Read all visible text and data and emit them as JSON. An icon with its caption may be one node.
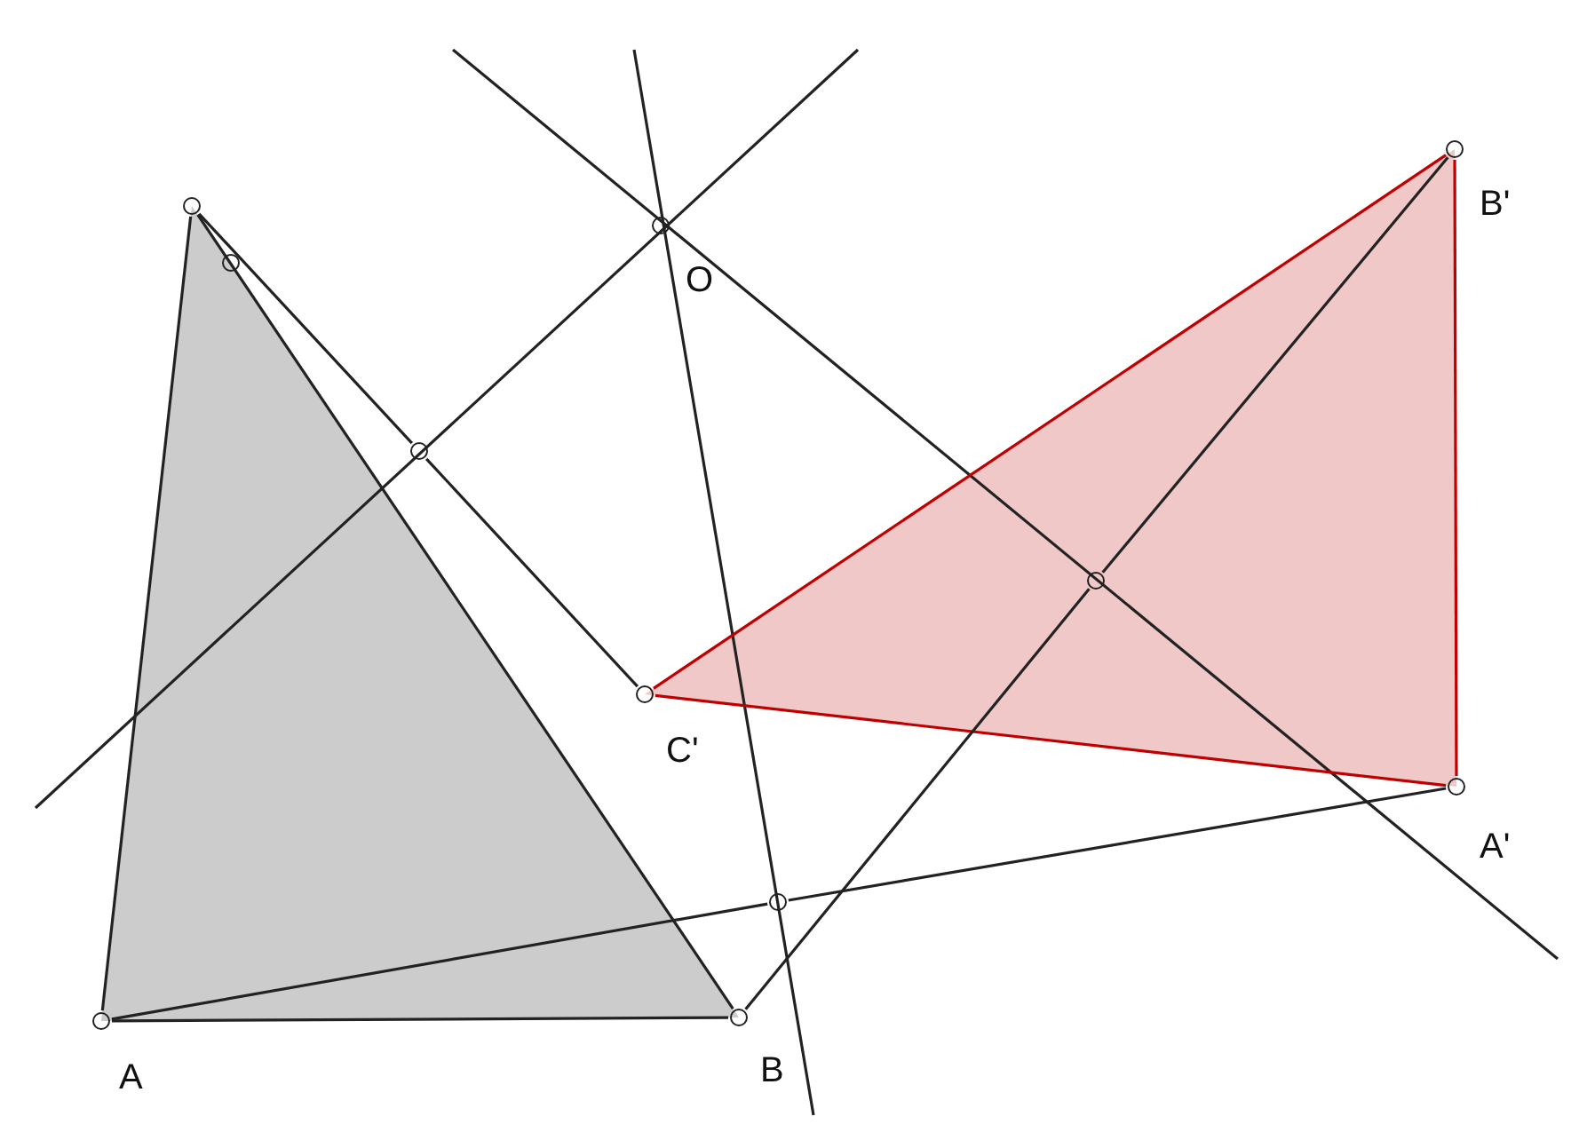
{
  "diagram": {
    "nodes": [
      {
        "text": [
          "A"
        ]
      },
      {
        "text": [
          "B"
        ]
      },
      {
        "text": [],
        "shape": "circle"
      },
      {
        "text": [],
        "shape": "circle"
      },
      {
        "text": [
          "A'"
        ]
      },
      {
        "text": [
          "B'"
        ]
      },
      {
        "text": [
          "C'"
        ]
      },
      {
        "text": [
          "O"
        ]
      },
      {
        "text": [],
        "shape": "circle"
      },
      {
        "text": [],
        "shape": "circle"
      },
      {
        "text": [],
        "shape": "circle"
      }
    ],
    "edges": [
      {
        "from": 0,
        "to": 1,
        "arrow": "none"
      },
      {
        "from": 1,
        "to": 2,
        "arrow": "none"
      },
      {
        "from": 2,
        "to": 0,
        "arrow": "none"
      },
      {
        "from": 4,
        "to": 5,
        "arrow": "none",
        "color": "#c00000"
      },
      {
        "from": 5,
        "to": 6,
        "arrow": "none",
        "color": "#c00000"
      },
      {
        "from": 6,
        "to": 4,
        "arrow": "none",
        "color": "#c00000"
      },
      {
        "from": 0,
        "to": 8,
        "arrow": "none"
      },
      {
        "from": 8,
        "to": 4,
        "arrow": "none"
      },
      {
        "from": 1,
        "to": 9,
        "arrow": "none"
      },
      {
        "from": 9,
        "to": 5,
        "arrow": "none"
      },
      {
        "from": 2,
        "to": 10,
        "arrow": "none"
      },
      {
        "from": 10,
        "to": 6,
        "arrow": "none"
      }
    ]
  }
}
